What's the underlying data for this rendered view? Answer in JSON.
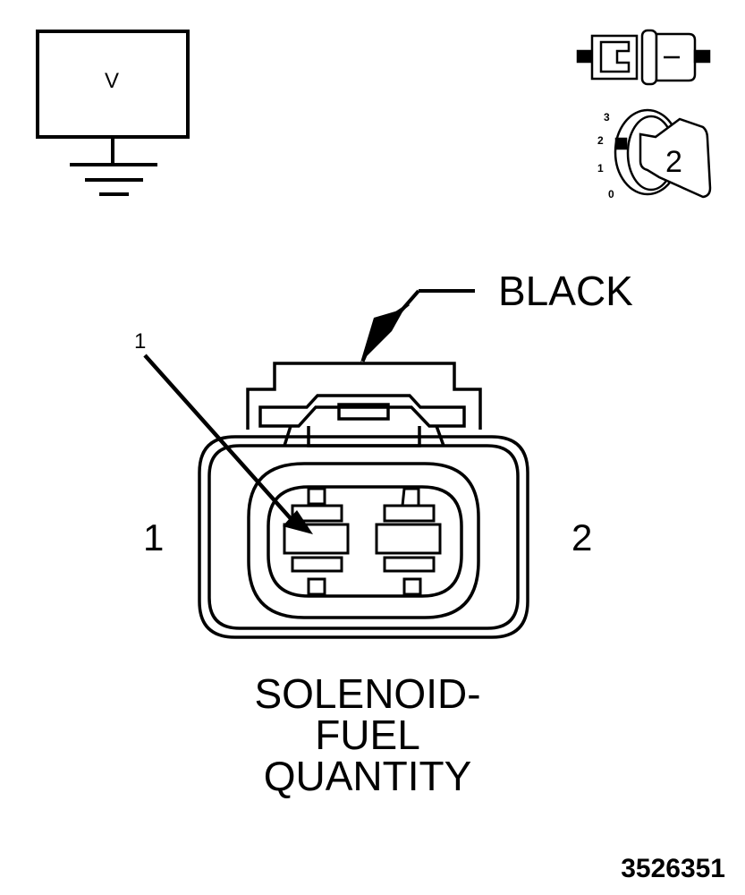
{
  "meter": {
    "symbol": "V"
  },
  "connector": {
    "color_label": "BLACK",
    "callout_number": "1",
    "pin_labels": [
      "1",
      "2"
    ]
  },
  "component": {
    "name_lines": [
      "SOLENOID-",
      "FUEL",
      "QUANTITY"
    ]
  },
  "ignition": {
    "positions": [
      "3",
      "2",
      "1",
      "0"
    ],
    "selected_position": "2"
  },
  "figure": {
    "id": "3526351"
  }
}
